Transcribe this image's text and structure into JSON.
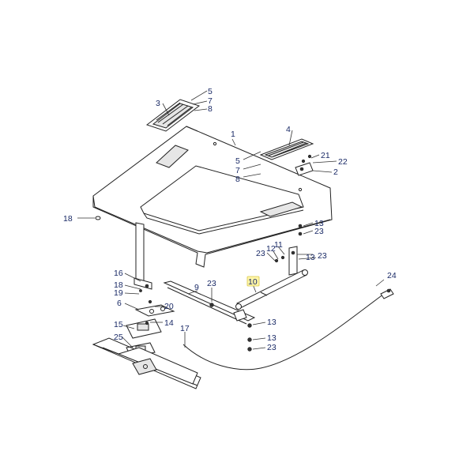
{
  "callouts": [
    {
      "id": "c1",
      "text": "1"
    },
    {
      "id": "c2",
      "text": "2"
    },
    {
      "id": "c3",
      "text": "3"
    },
    {
      "id": "c4",
      "text": "4"
    },
    {
      "id": "c5a",
      "text": "5"
    },
    {
      "id": "c7a",
      "text": "7"
    },
    {
      "id": "c8a",
      "text": "8"
    },
    {
      "id": "c5b",
      "text": "5"
    },
    {
      "id": "c7b",
      "text": "7"
    },
    {
      "id": "c8b",
      "text": "8"
    },
    {
      "id": "c21",
      "text": "21"
    },
    {
      "id": "c22",
      "text": "22"
    },
    {
      "id": "c18a",
      "text": "18"
    },
    {
      "id": "c13a",
      "text": "13"
    },
    {
      "id": "c23a",
      "text": "23"
    },
    {
      "id": "c11",
      "text": "11"
    },
    {
      "id": "c12",
      "text": "12"
    },
    {
      "id": "c23b",
      "text": "23"
    },
    {
      "id": "c13b",
      "text": "13"
    },
    {
      "id": "c23c",
      "text": "23"
    },
    {
      "id": "c16",
      "text": "16"
    },
    {
      "id": "c18b",
      "text": "18"
    },
    {
      "id": "c19",
      "text": "19"
    },
    {
      "id": "c6",
      "text": "6"
    },
    {
      "id": "c20",
      "text": "20"
    },
    {
      "id": "c9",
      "text": "9"
    },
    {
      "id": "c23d",
      "text": "23"
    },
    {
      "id": "c10",
      "text": "10"
    },
    {
      "id": "c24",
      "text": "24"
    },
    {
      "id": "c15",
      "text": "15"
    },
    {
      "id": "c14",
      "text": "14"
    },
    {
      "id": "c17",
      "text": "17"
    },
    {
      "id": "c25",
      "text": "25"
    },
    {
      "id": "c13c",
      "text": "13"
    },
    {
      "id": "c13d",
      "text": "13"
    },
    {
      "id": "c23e",
      "text": "23"
    }
  ]
}
